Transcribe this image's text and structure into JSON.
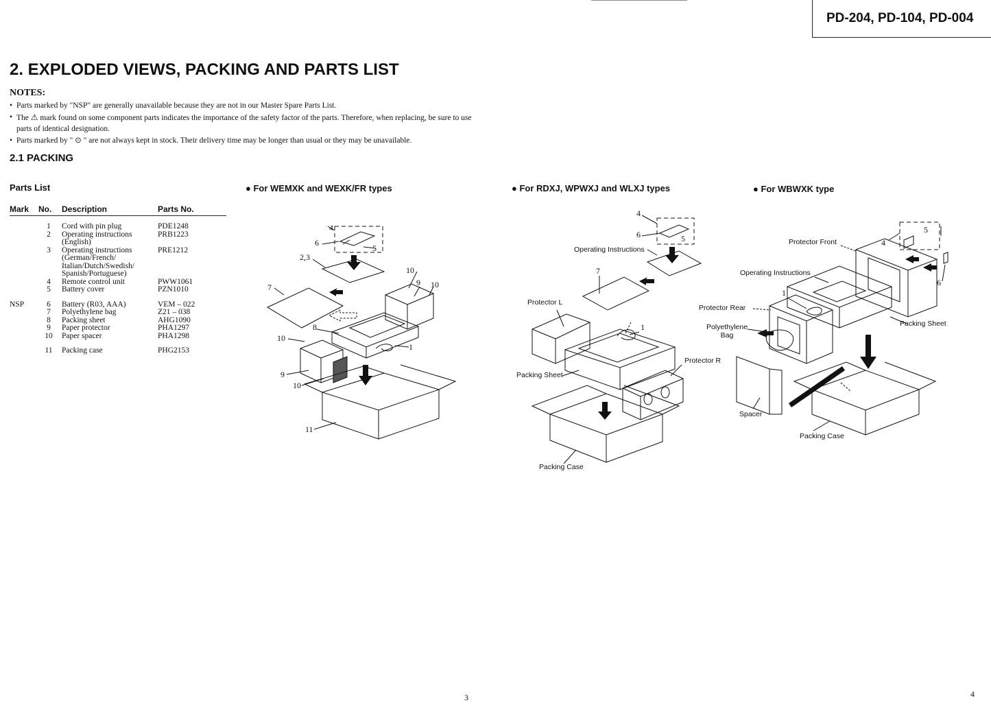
{
  "header": {
    "models": "PD-204, PD-104, PD-004"
  },
  "title": "2.   EXPLODED VIEWS, PACKING AND PARTS LIST",
  "notes": {
    "heading": "NOTES:",
    "items": [
      "Parts marked by \"NSP\" are generally unavailable because they are not in our Master Spare Parts List.",
      "mark found on some component parts indicates the importance of the safety factor of the parts. Therefore, when replacing, be sure to use parts of identical designation.",
      "Parts marked by \" ⊙ \" are not always kept in stock. Their delivery time may be longer than usual or they may be unavailable."
    ],
    "item2_prefix": "The",
    "warning_symbol": "⚠"
  },
  "section": "2.1   PACKING",
  "parts_list": {
    "title": "Parts List",
    "columns": [
      "Mark",
      "No.",
      "Description",
      "Parts No."
    ],
    "rows": [
      {
        "mark": "",
        "no": "1",
        "desc": "Cord with pin plug",
        "pn": "PDE1248"
      },
      {
        "mark": "",
        "no": "2",
        "desc": "Operating instructions (English)",
        "pn": "PRB1223"
      },
      {
        "mark": "",
        "no": "3",
        "desc": "Operating instructions (German/French/ Italian/Dutch/Swedish/ Spanish/Portuguese)",
        "pn": "PRE1212"
      },
      {
        "mark": "",
        "no": "4",
        "desc": "Remote control unit",
        "pn": "PWW1061"
      },
      {
        "mark": "",
        "no": "5",
        "desc": "Battery cover",
        "pn": "PZN1010"
      },
      {
        "mark": "NSP",
        "no": "6",
        "desc": "Battery (R03, AAA)",
        "pn": "VEM – 022"
      },
      {
        "mark": "",
        "no": "7",
        "desc": "Polyethylene bag",
        "pn": "Z21 – 038"
      },
      {
        "mark": "",
        "no": "8",
        "desc": "Packing sheet",
        "pn": "AHG1090"
      },
      {
        "mark": "",
        "no": "9",
        "desc": "Paper protector",
        "pn": "PHA1297"
      },
      {
        "mark": "",
        "no": "10",
        "desc": "Paper spacer",
        "pn": "PHA1298"
      },
      {
        "mark": "",
        "no": "11",
        "desc": "Packing case",
        "pn": "PHG2153"
      }
    ]
  },
  "diagrams": {
    "d1": {
      "heading": "● For WEMXK and WEXK/FR types",
      "numbers": [
        "4",
        "6",
        "5",
        "2,3",
        "7",
        "10",
        "9",
        "10",
        "8",
        "1",
        "10",
        "9",
        "10",
        "11"
      ]
    },
    "d2": {
      "heading": "● For RDXJ, WPWXJ and WLXJ types",
      "labels": {
        "operating_instructions": "Operating Instructions",
        "protector_l": "Protector L",
        "packing_sheet": "Packing Sheet",
        "protector_r": "Protector R",
        "packing_case": "Packing Case"
      },
      "numbers": [
        "4",
        "6",
        "5",
        "7",
        "1"
      ]
    },
    "d3": {
      "heading": "● For WBWXK type",
      "labels": {
        "protector_front": "Protector Front",
        "operating_instructions": "Operating Instructions",
        "protector_rear": "Protector Rear",
        "polyethylene_bag": "Polyethylene Bag",
        "packing_sheet": "Packing Sheet",
        "spacer": "Spacer",
        "packing_case": "Packing Case"
      },
      "numbers": [
        "4",
        "5",
        "6",
        "1"
      ]
    }
  },
  "page_numbers": {
    "left": "3",
    "right": "4"
  }
}
